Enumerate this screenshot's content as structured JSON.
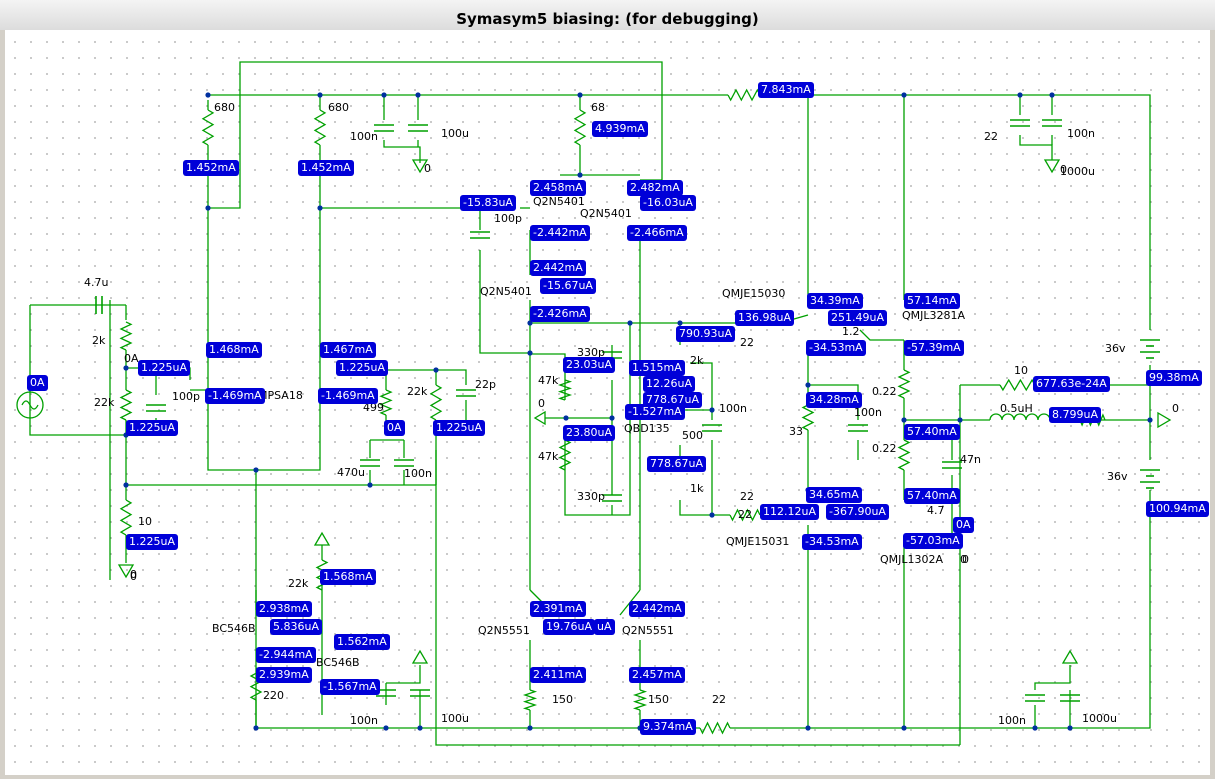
{
  "window": {
    "title": "Symasym5 biasing: (for debugging)"
  },
  "colors": {
    "wire": "#00a000",
    "probe_bg": "#0000d8",
    "probe_text": "#ffffff",
    "dot": "#0030a0"
  },
  "icons": [
    "ac-source-icon",
    "ground-icon",
    "battery-icon",
    "inductor-icon"
  ],
  "labels": [
    {
      "text": "4.7u"
    },
    {
      "text": "2k"
    },
    {
      "text": "0A"
    },
    {
      "text": "100p"
    },
    {
      "text": "22k"
    },
    {
      "text": "680"
    },
    {
      "text": "680"
    },
    {
      "text": "100n"
    },
    {
      "text": "100u"
    },
    {
      "text": "0"
    },
    {
      "text": "68"
    },
    {
      "text": "Q2N5401"
    },
    {
      "text": "100p"
    },
    {
      "text": "Q2N5401"
    },
    {
      "text": "Q2N5401"
    },
    {
      "text": "MPSA18"
    },
    {
      "text": "499"
    },
    {
      "text": "22k"
    },
    {
      "text": "22p"
    },
    {
      "text": "470u"
    },
    {
      "text": "100n"
    },
    {
      "text": "10"
    },
    {
      "text": "0"
    },
    {
      "text": "330p"
    },
    {
      "text": "47k"
    },
    {
      "text": "0"
    },
    {
      "text": "47k"
    },
    {
      "text": "330p"
    },
    {
      "text": "QBD135"
    },
    {
      "text": "100n"
    },
    {
      "text": "500"
    },
    {
      "text": "1k"
    },
    {
      "text": "2k"
    },
    {
      "text": "22"
    },
    {
      "text": "QMJE15030"
    },
    {
      "text": "22"
    },
    {
      "text": "1.2"
    },
    {
      "text": "QMJL3281A"
    },
    {
      "text": "0.22"
    },
    {
      "text": "100n"
    },
    {
      "text": "33"
    },
    {
      "text": "0.22"
    },
    {
      "text": "47n"
    },
    {
      "text": "4.7"
    },
    {
      "text": "22"
    },
    {
      "text": "QMJE15031"
    },
    {
      "text": "QMJL1302A"
    },
    {
      "text": "0"
    },
    {
      "text": "22"
    },
    {
      "text": "100n"
    },
    {
      "text": "1000u"
    },
    {
      "text": "0"
    },
    {
      "text": "36v"
    },
    {
      "text": "10"
    },
    {
      "text": "0.5uH"
    },
    {
      "text": "0"
    },
    {
      "text": "36v"
    },
    {
      "text": "22k"
    },
    {
      "text": "BC546B"
    },
    {
      "text": "BC546B"
    },
    {
      "text": "220"
    },
    {
      "text": "100n"
    },
    {
      "text": "100u"
    },
    {
      "text": "Q2N5551"
    },
    {
      "text": "Q2N5551"
    },
    {
      "text": "150"
    },
    {
      "text": "150"
    },
    {
      "text": "22"
    },
    {
      "text": "100n"
    },
    {
      "text": "1000u"
    },
    {
      "text": "0"
    },
    {
      "text": "0"
    }
  ],
  "probes": [
    {
      "text": "7.843mA"
    },
    {
      "text": "1.452mA"
    },
    {
      "text": "1.452mA"
    },
    {
      "text": "4.939mA"
    },
    {
      "text": "2.458mA"
    },
    {
      "text": "2.482mA"
    },
    {
      "text": "-15.83uA"
    },
    {
      "text": "-16.03uA"
    },
    {
      "text": "-2.442mA"
    },
    {
      "text": "-2.466mA"
    },
    {
      "text": "2.442mA"
    },
    {
      "text": "-15.67uA"
    },
    {
      "text": "-2.426mA"
    },
    {
      "text": "790.93uA"
    },
    {
      "text": "136.98uA"
    },
    {
      "text": "34.39mA"
    },
    {
      "text": "251.49uA"
    },
    {
      "text": "57.14mA"
    },
    {
      "text": "-34.53mA"
    },
    {
      "text": "-57.39mA"
    },
    {
      "text": "99.38mA"
    },
    {
      "text": "0A"
    },
    {
      "text": "1.468mA"
    },
    {
      "text": "1.467mA"
    },
    {
      "text": "1.225uA"
    },
    {
      "text": "1.225uA"
    },
    {
      "text": "-1.469mA"
    },
    {
      "text": "-1.469mA"
    },
    {
      "text": "1.225uA"
    },
    {
      "text": "1.225uA"
    },
    {
      "text": "0A"
    },
    {
      "text": "1.225uA"
    },
    {
      "text": "23.03uA"
    },
    {
      "text": "1.515mA"
    },
    {
      "text": "12.26uA"
    },
    {
      "text": "778.67uA"
    },
    {
      "text": "-1.527mA"
    },
    {
      "text": "23.80uA"
    },
    {
      "text": "778.67uA"
    },
    {
      "text": "34.28mA"
    },
    {
      "text": "57.40mA"
    },
    {
      "text": "677.63e-24A"
    },
    {
      "text": "8.799uA"
    },
    {
      "text": "34.65mA"
    },
    {
      "text": "-367.90uA"
    },
    {
      "text": "57.40mA"
    },
    {
      "text": "112.12uA"
    },
    {
      "text": "-34.53mA"
    },
    {
      "text": "0A"
    },
    {
      "text": "-57.03mA"
    },
    {
      "text": "100.94mA"
    },
    {
      "text": "1.568mA"
    },
    {
      "text": "2.938mA"
    },
    {
      "text": "5.836uA"
    },
    {
      "text": "1.562mA"
    },
    {
      "text": "-2.944mA"
    },
    {
      "text": "2.939mA"
    },
    {
      "text": "-1.567mA"
    },
    {
      "text": "2.391mA"
    },
    {
      "text": "19.76uA"
    },
    {
      "text": "uA"
    },
    {
      "text": "2.442mA"
    },
    {
      "text": "2.411mA"
    },
    {
      "text": "2.457mA"
    },
    {
      "text": "9.374mA"
    }
  ]
}
